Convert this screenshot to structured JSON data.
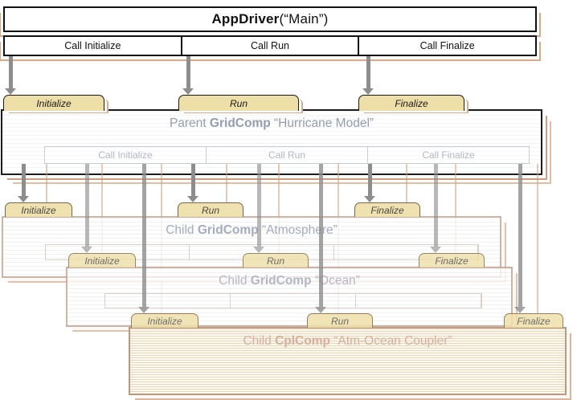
{
  "palette": {
    "tab_fill": "#eedfa9",
    "sheet_edge": "#cf9e7e",
    "arrow_gray": "#8d8d8d",
    "border_dark": "#111111"
  },
  "appdriver": {
    "title_bold": "AppDriver",
    "title_rest": " (“Main”)",
    "calls": [
      "Call Initialize",
      "Call Run",
      "Call Finalize"
    ]
  },
  "parent": {
    "tabs": [
      "Initialize",
      "Run",
      "Finalize"
    ],
    "title_prefix": "Parent ",
    "title_bold": "GridComp",
    "title_rest": " “Hurricane Model”",
    "calls": [
      "Call Initialize",
      "Call Run",
      "Call Finalize"
    ]
  },
  "children": [
    {
      "title_prefix": "Child ",
      "title_bold": "GridComp",
      "title_rest": " “Atmosphere”",
      "tabs": [
        "Initialize",
        "Run",
        "Finalize"
      ]
    },
    {
      "title_prefix": "Child ",
      "title_bold": "GridComp",
      "title_rest": " “Ocean”",
      "tabs": [
        "Initialize",
        "Run",
        "Finalize"
      ]
    },
    {
      "title_prefix": "Child ",
      "title_bold": "CplComp",
      "title_rest": " “Atm-Ocean Coupler”",
      "tabs": [
        "Initialize",
        "Run",
        "Finalize"
      ]
    }
  ]
}
